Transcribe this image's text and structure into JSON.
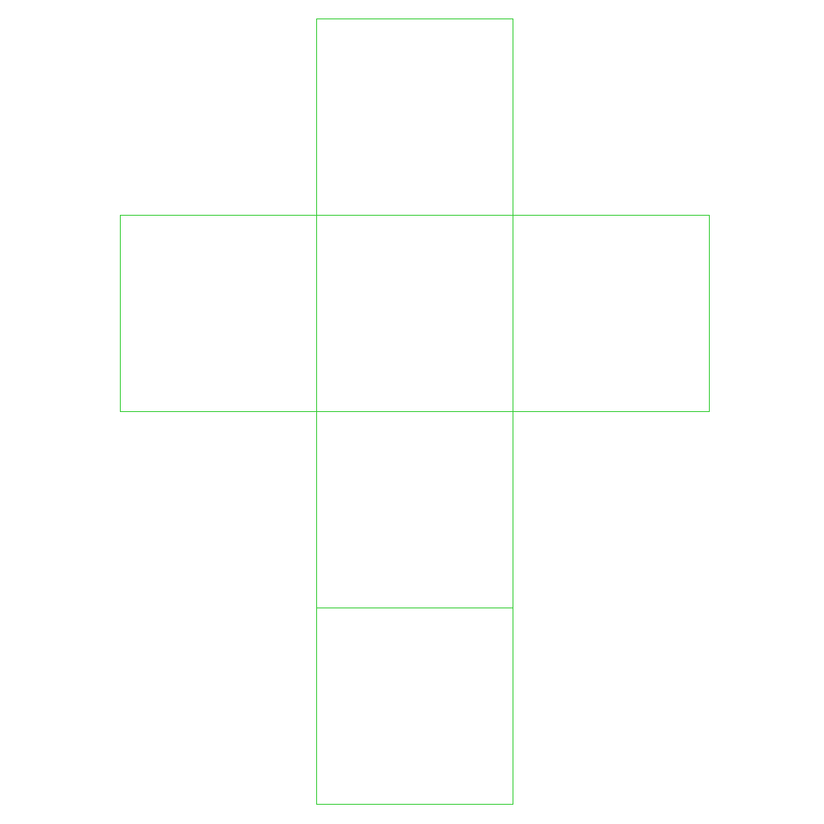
{
  "diagram": {
    "type": "cube-net",
    "layout": "cross",
    "face_count": 6,
    "colors": {
      "background": "#ffffff",
      "stroke": "#33cc33"
    },
    "faces": [
      {
        "id": "top"
      },
      {
        "id": "left"
      },
      {
        "id": "front"
      },
      {
        "id": "right"
      },
      {
        "id": "bottom"
      },
      {
        "id": "back"
      }
    ]
  }
}
